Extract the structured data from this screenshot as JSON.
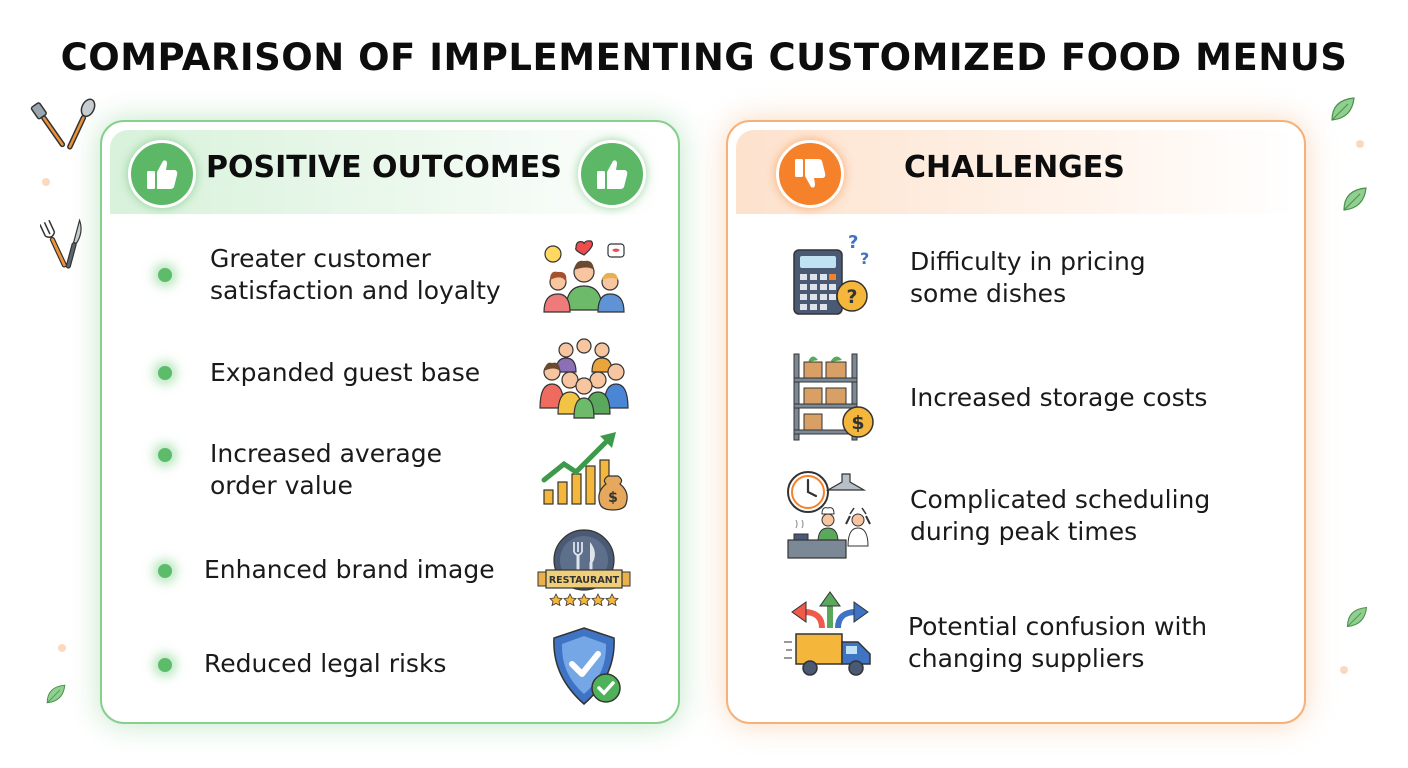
{
  "title": "COMPARISON OF IMPLEMENTING CUSTOMIZED FOOD MENUS",
  "positive": {
    "heading": "POSITIVE OUTCOMES",
    "badge_icon": "thumbs-up-icon",
    "accent": "#5cb866",
    "items": [
      {
        "line1": "Greater customer",
        "line2": "satisfaction and loyalty",
        "icon": "happy-customers-icon"
      },
      {
        "line1": "Expanded guest base",
        "line2": "",
        "icon": "guest-group-icon"
      },
      {
        "line1": "Increased average",
        "line2": "order value",
        "icon": "growth-chart-icon"
      },
      {
        "line1": "Enhanced brand image",
        "line2": "",
        "icon": "restaurant-badge-icon"
      },
      {
        "line1": "Reduced legal risks",
        "line2": "",
        "icon": "shield-check-icon"
      }
    ],
    "badge_label": "RESTAURANT"
  },
  "challenges": {
    "heading": "CHALLENGES",
    "badge_icon": "thumbs-down-icon",
    "accent": "#f5822a",
    "items": [
      {
        "line1": "Difficulty in pricing",
        "line2": "some dishes",
        "icon": "calculator-question-icon"
      },
      {
        "line1": "Increased storage costs",
        "line2": "",
        "icon": "storage-shelf-icon"
      },
      {
        "line1": "Complicated scheduling",
        "line2": "during peak times",
        "icon": "busy-kitchen-icon"
      },
      {
        "line1": "Potential confusion with",
        "line2": "changing suppliers",
        "icon": "delivery-truck-icon"
      }
    ]
  }
}
